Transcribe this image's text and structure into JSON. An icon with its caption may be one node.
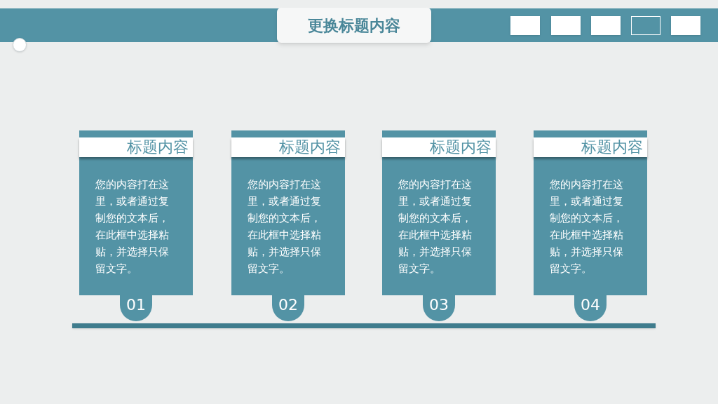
{
  "diagram": {
    "title": "更换标题内容",
    "nodes": [
      {
        "text": [
          "标题内容",
          "您的内容打在这里，或者通过复制您的文本后，在此框中选择粘贴，并选择只保留文字。"
        ]
      },
      {
        "text": [
          "01"
        ]
      },
      {
        "text": [
          "标题内容",
          "您的内容打在这里，或者通过复制您的文本后，在此框中选择粘贴，并选择只保留文字。"
        ]
      },
      {
        "text": [
          "02"
        ]
      },
      {
        "text": [
          "标题内容",
          "您的内容打在这里，或者通过复制您的文本后，在此框中选择粘贴，并选择只保留文字。"
        ]
      },
      {
        "text": [
          "03"
        ]
      },
      {
        "text": [
          "标题内容",
          "您的内容打在这里，或者通过复制您的文本后，在此框中选择粘贴，并选择只保留文字。"
        ]
      },
      {
        "text": [
          "04"
        ]
      }
    ]
  }
}
